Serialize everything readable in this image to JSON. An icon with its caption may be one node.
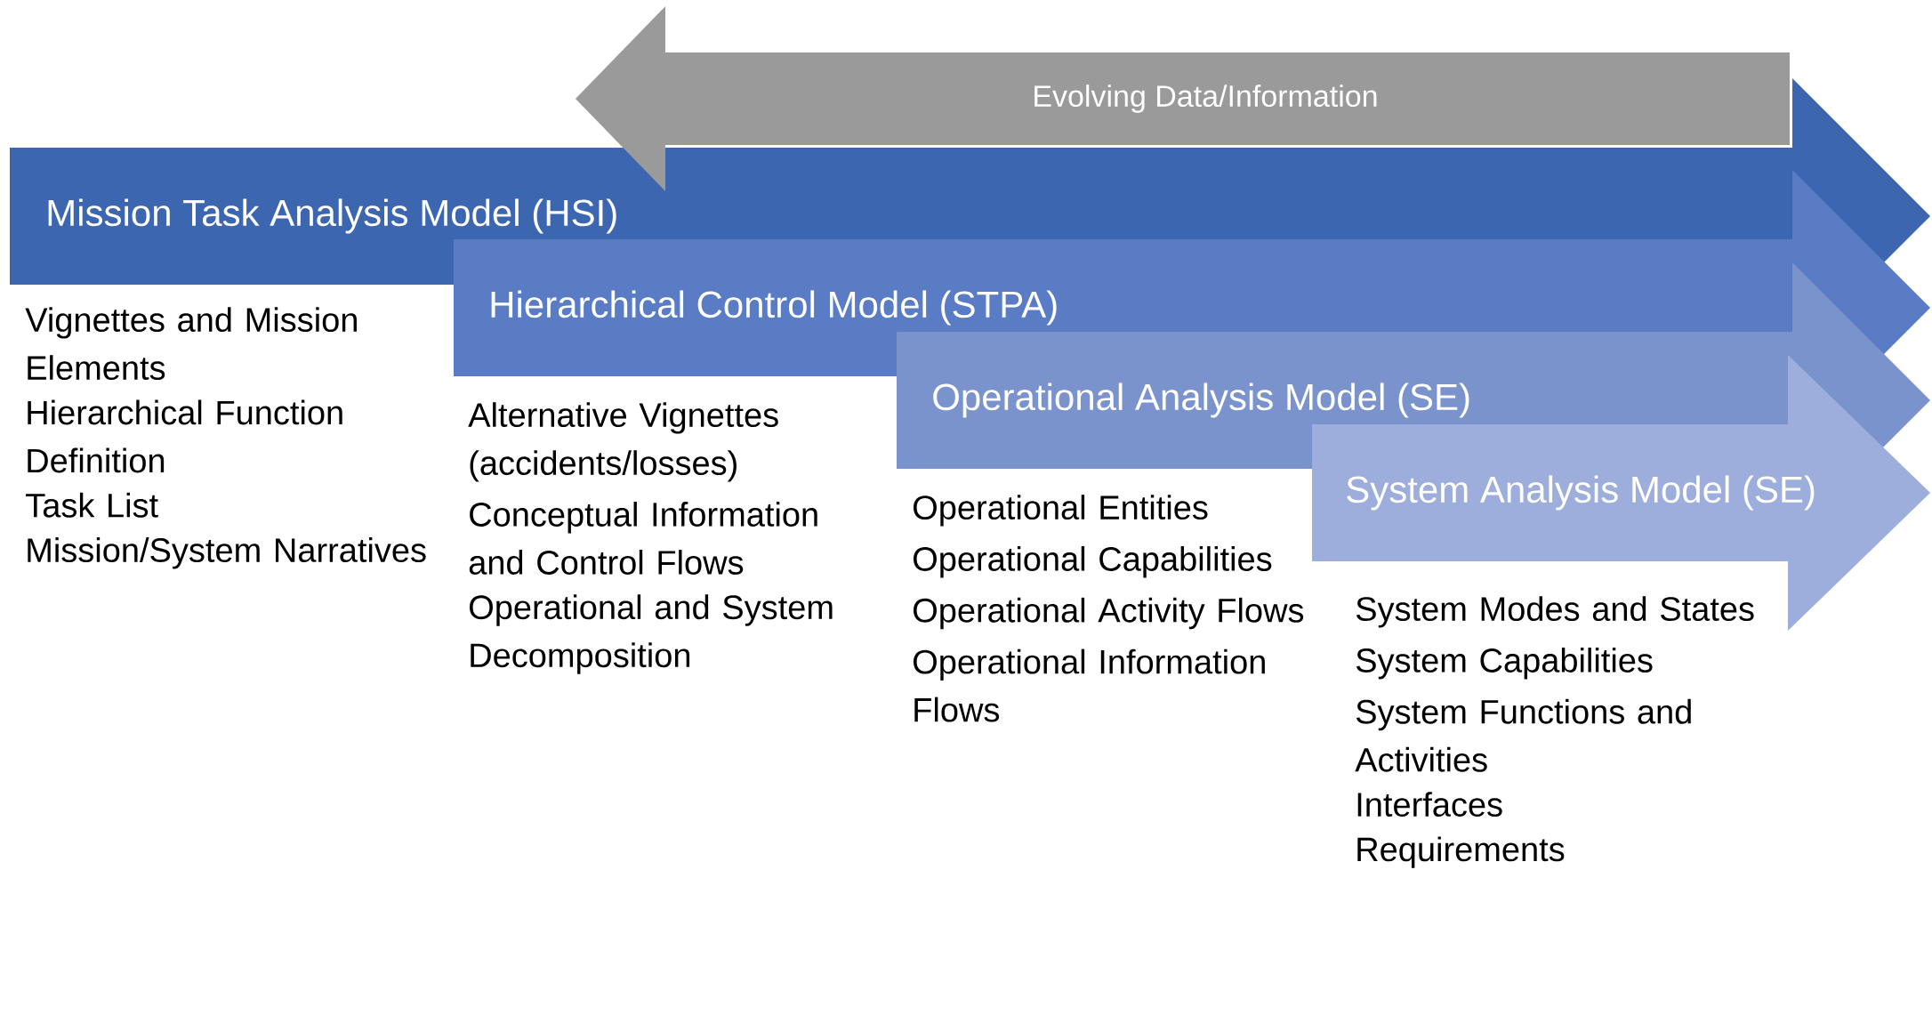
{
  "diagram": {
    "nodes": [
      {
        "text": [
          "Evolving Data/Information"
        ]
      },
      {
        "text": [
          "Mission Task Analysis Model (HSI)"
        ],
        "beside": [
          "Vignettes and Mission Elements",
          "Hierarchical Function Definition",
          "Task List",
          "Mission/System Narratives"
        ]
      },
      {
        "text": [
          "Hierarchical Control Model (STPA)"
        ],
        "beside": [
          "Alternative Vignettes (accidents/losses)",
          "Conceptual Information and Control Flows",
          "Operational and System Decomposition"
        ]
      },
      {
        "text": [
          "Operational Analysis Model (SE)"
        ],
        "beside": [
          "Operational Entities",
          "Operational Capabilities",
          "Operational Activity Flows",
          "Operational Information Flows"
        ]
      },
      {
        "text": [
          "System Analysis Model (SE)"
        ],
        "beside": [
          "System Modes and States",
          "System Capabilities",
          "System Functions and Activities",
          "Interfaces",
          "Requirements"
        ]
      }
    ]
  }
}
